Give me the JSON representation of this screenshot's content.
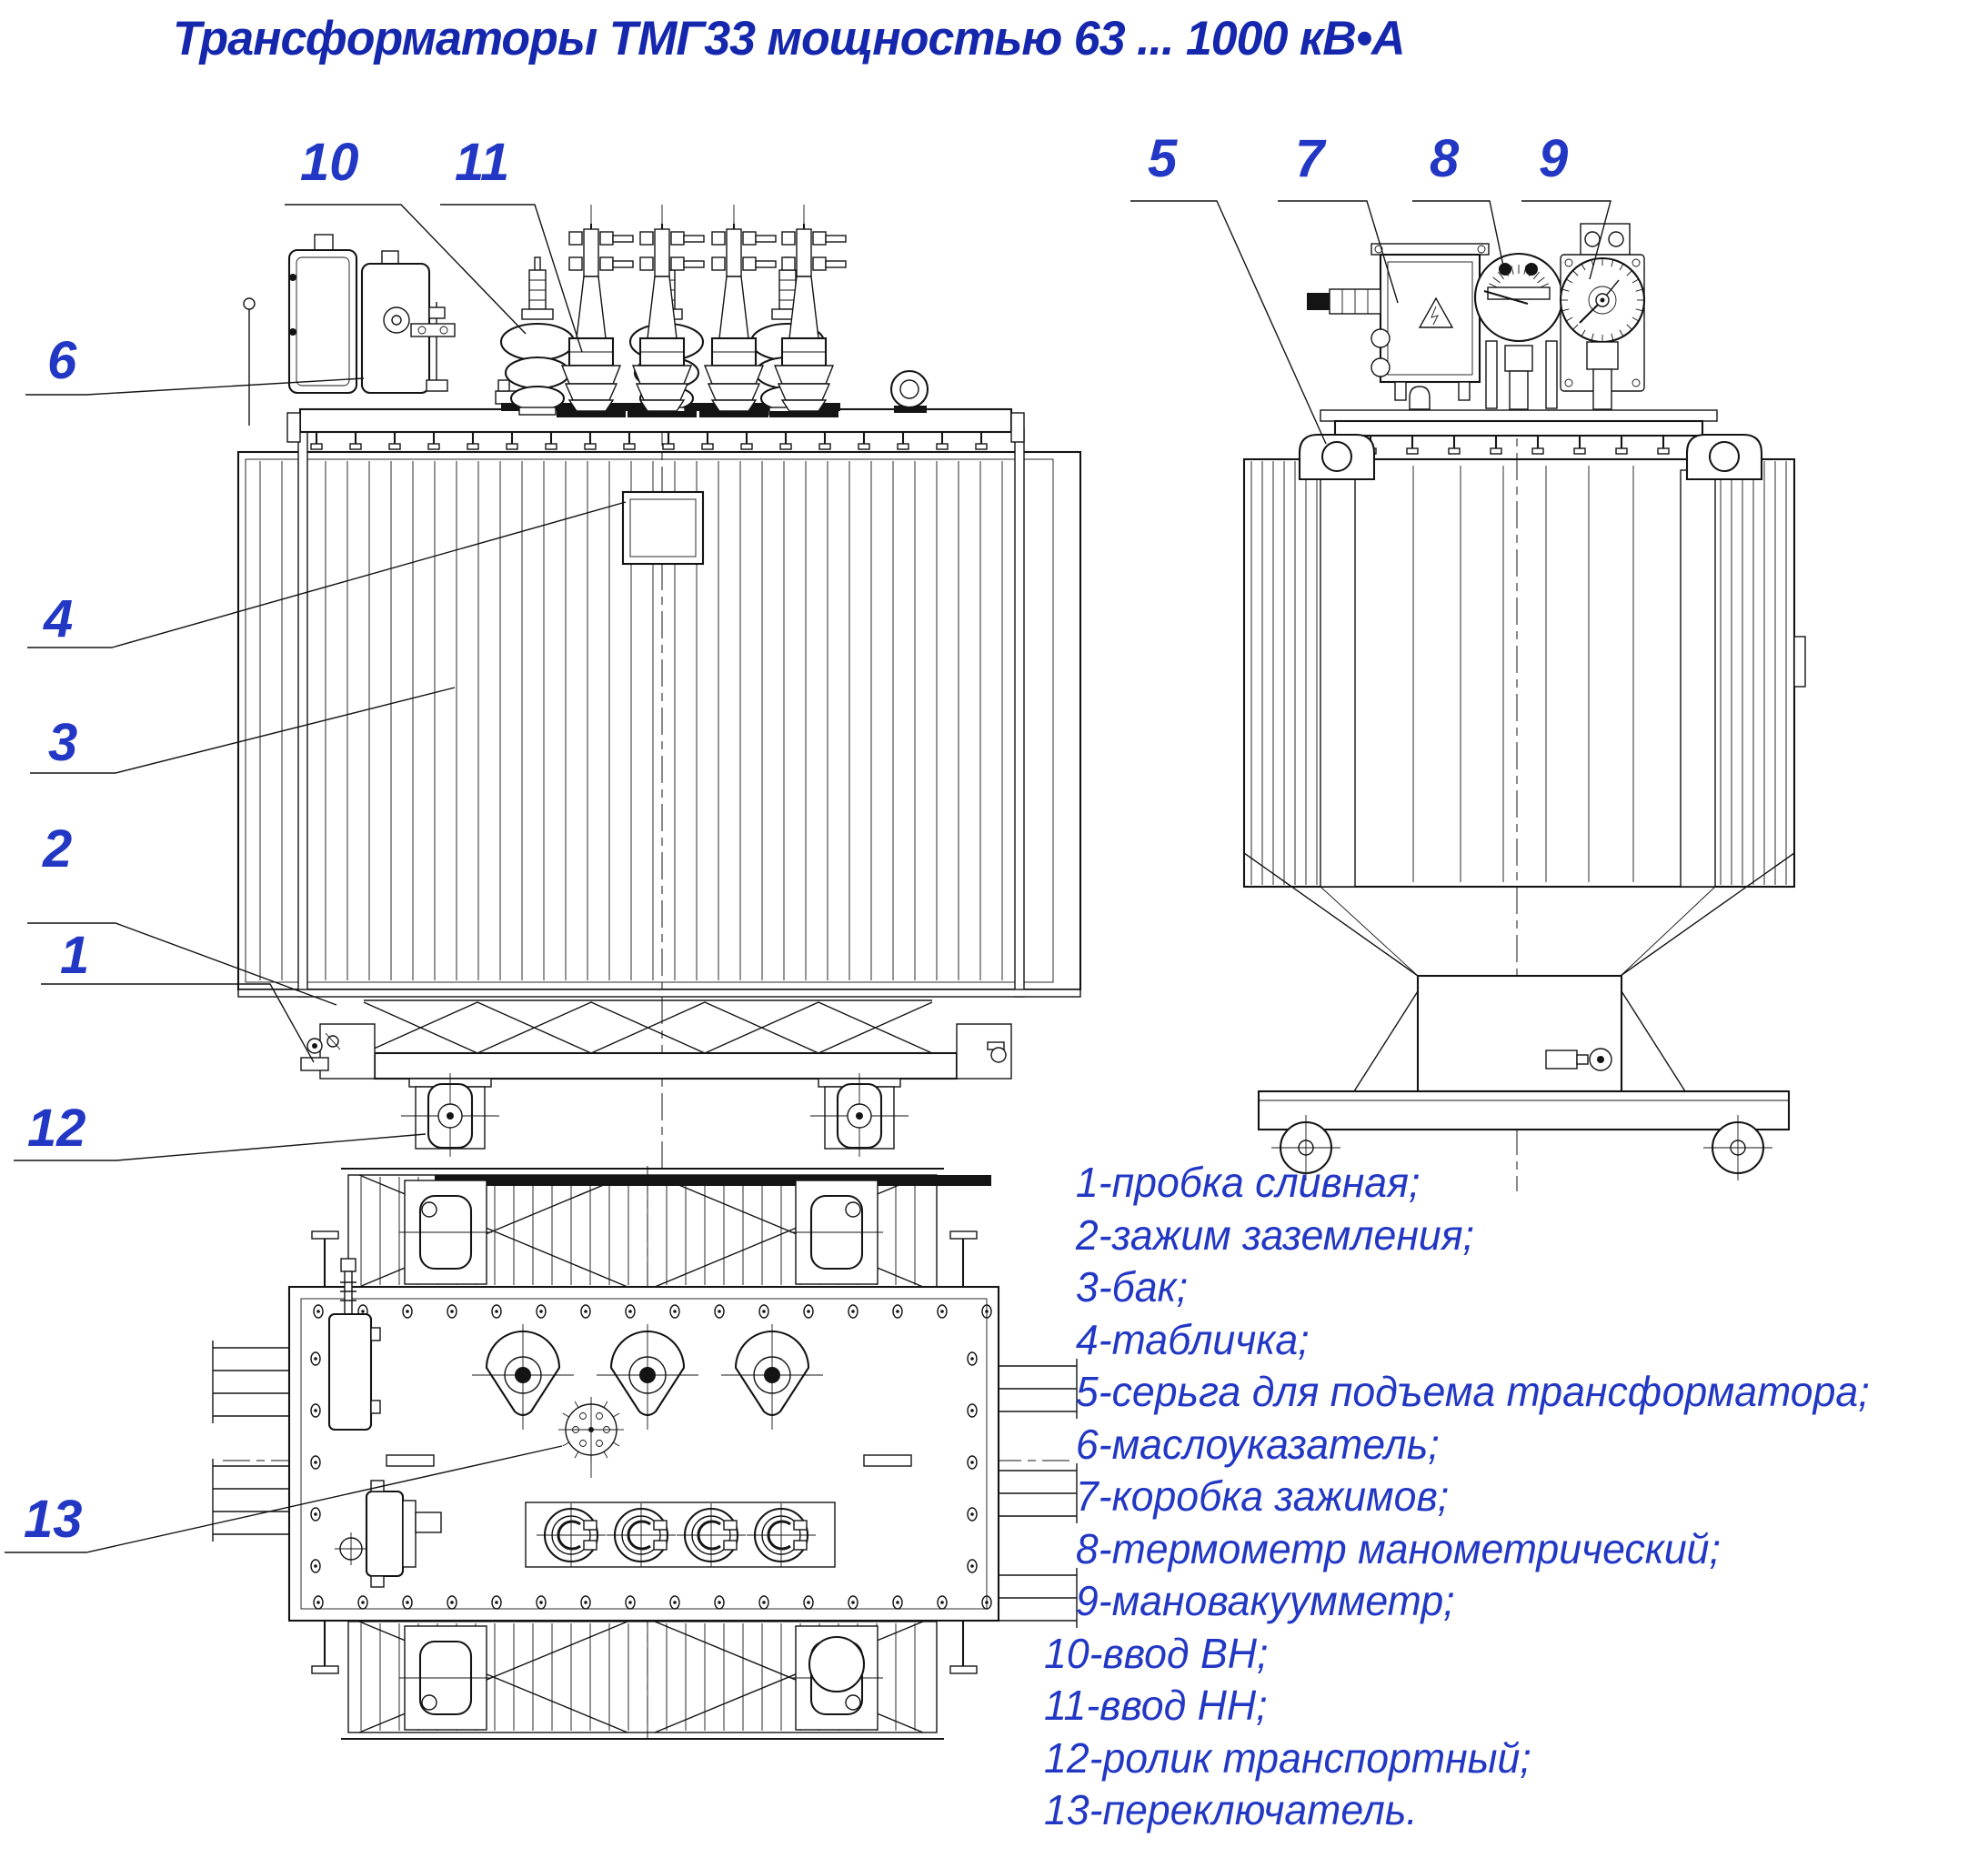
{
  "title": "Трансформаторы ТМГ33 мощностью 63 ... 1000 кВ•А",
  "colors": {
    "title_blue": "#1527ad",
    "label_blue": "#2238c4",
    "line_ink": "#141414"
  },
  "callouts": [
    {
      "n": "10"
    },
    {
      "n": "11"
    },
    {
      "n": "5"
    },
    {
      "n": "7"
    },
    {
      "n": "8"
    },
    {
      "n": "9"
    },
    {
      "n": "6"
    },
    {
      "n": "4"
    },
    {
      "n": "3"
    },
    {
      "n": "2"
    },
    {
      "n": "1"
    },
    {
      "n": "12"
    },
    {
      "n": "13"
    }
  ],
  "legend": {
    "items": [
      "1-пробка сливная;",
      "2-зажим заземления;",
      "3-бак;",
      "4-табличка;",
      "5-серьга для подъема трансформатора;",
      "6-маслоуказатель;",
      "7-коробка зажимов;",
      "8-термометр манометрический;",
      "9-мановакуумметр;",
      "10-ввод ВН;",
      "11-ввод НН;",
      "12-ролик транспортный;",
      "13-переключатель."
    ]
  }
}
